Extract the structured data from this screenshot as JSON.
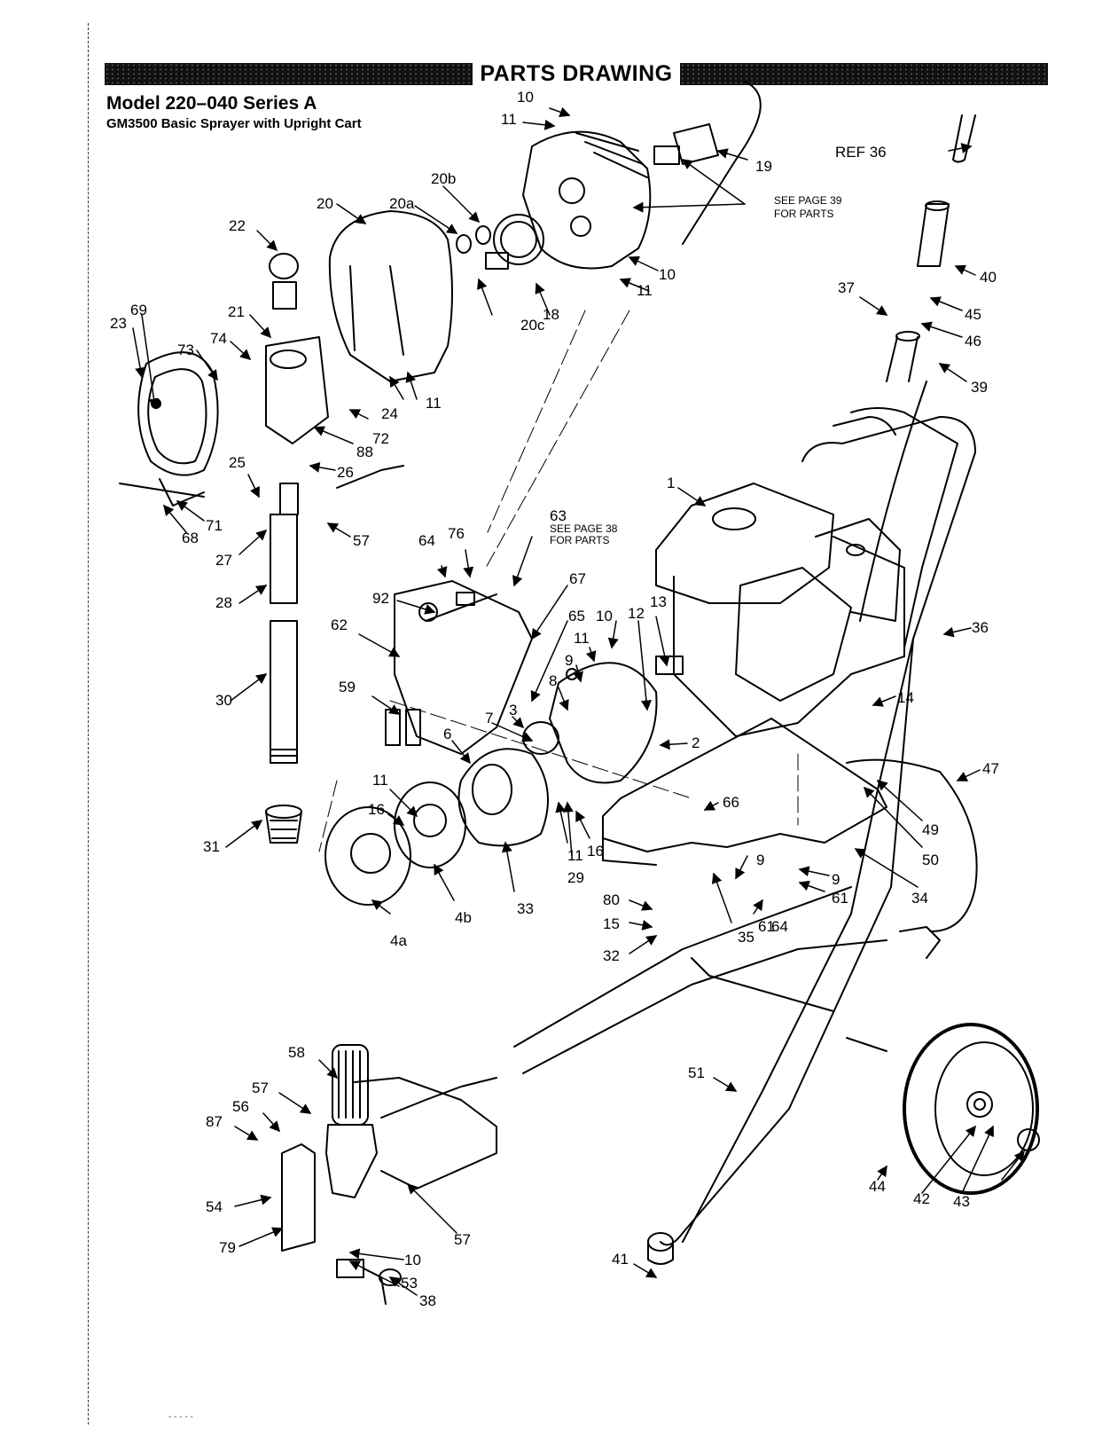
{
  "header": {
    "section_title": "PARTS DRAWING",
    "model": "Model 220–040 Series A",
    "subtitle": "GM3500 Basic Sprayer with Upright Cart"
  },
  "notes": {
    "gearbox_note_line1": "SEE PAGE 39",
    "gearbox_note_line2": "FOR PARTS",
    "control_note_num": "63",
    "control_note_line1": "SEE PAGE 38",
    "control_note_line2": "FOR PARTS",
    "ref_label": "REF 36"
  },
  "callouts": [
    "10",
    "11",
    "19",
    "20b",
    "20a",
    "20",
    "22",
    "18",
    "20c",
    "10",
    "11",
    "69",
    "23",
    "21",
    "74",
    "73",
    "24",
    "11",
    "72",
    "88",
    "26",
    "25",
    "71",
    "68",
    "57",
    "27",
    "28",
    "30",
    "31",
    "64",
    "76",
    "92",
    "62",
    "59",
    "67",
    "65",
    "10",
    "11",
    "12",
    "13",
    "1",
    "9",
    "8",
    "3",
    "7",
    "6",
    "11",
    "16",
    "4b",
    "4a",
    "33",
    "29",
    "11",
    "16",
    "2",
    "14",
    "66",
    "36",
    "47",
    "49",
    "50",
    "40",
    "45",
    "37",
    "46",
    "39",
    "9",
    "61",
    "9",
    "61",
    "64",
    "34",
    "80",
    "15",
    "32",
    "35",
    "51",
    "58",
    "57",
    "56",
    "87",
    "57",
    "54",
    "79",
    "10",
    "53",
    "38",
    "41",
    "44",
    "42",
    "43"
  ],
  "footer": {
    "page_code": "- -  - - -"
  }
}
